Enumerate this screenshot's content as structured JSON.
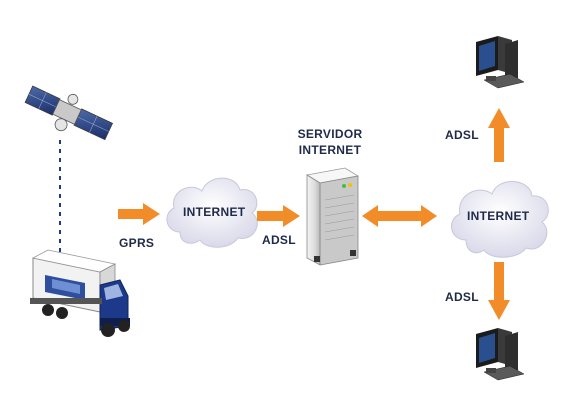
{
  "labels": {
    "gprs": "GPRS",
    "internet_left": "INTERNET",
    "adsl_left": "ADSL",
    "servidor_line1": "SERVIDOR",
    "servidor_line2": "INTERNET",
    "internet_right": "INTERNET",
    "adsl_top": "ADSL",
    "adsl_bottom": "ADSL"
  },
  "colors": {
    "arrow": "#f28c28",
    "cloud": "#e6e6f2",
    "text": "#1f2a4a",
    "truck_cab": "#1d3a8a"
  }
}
